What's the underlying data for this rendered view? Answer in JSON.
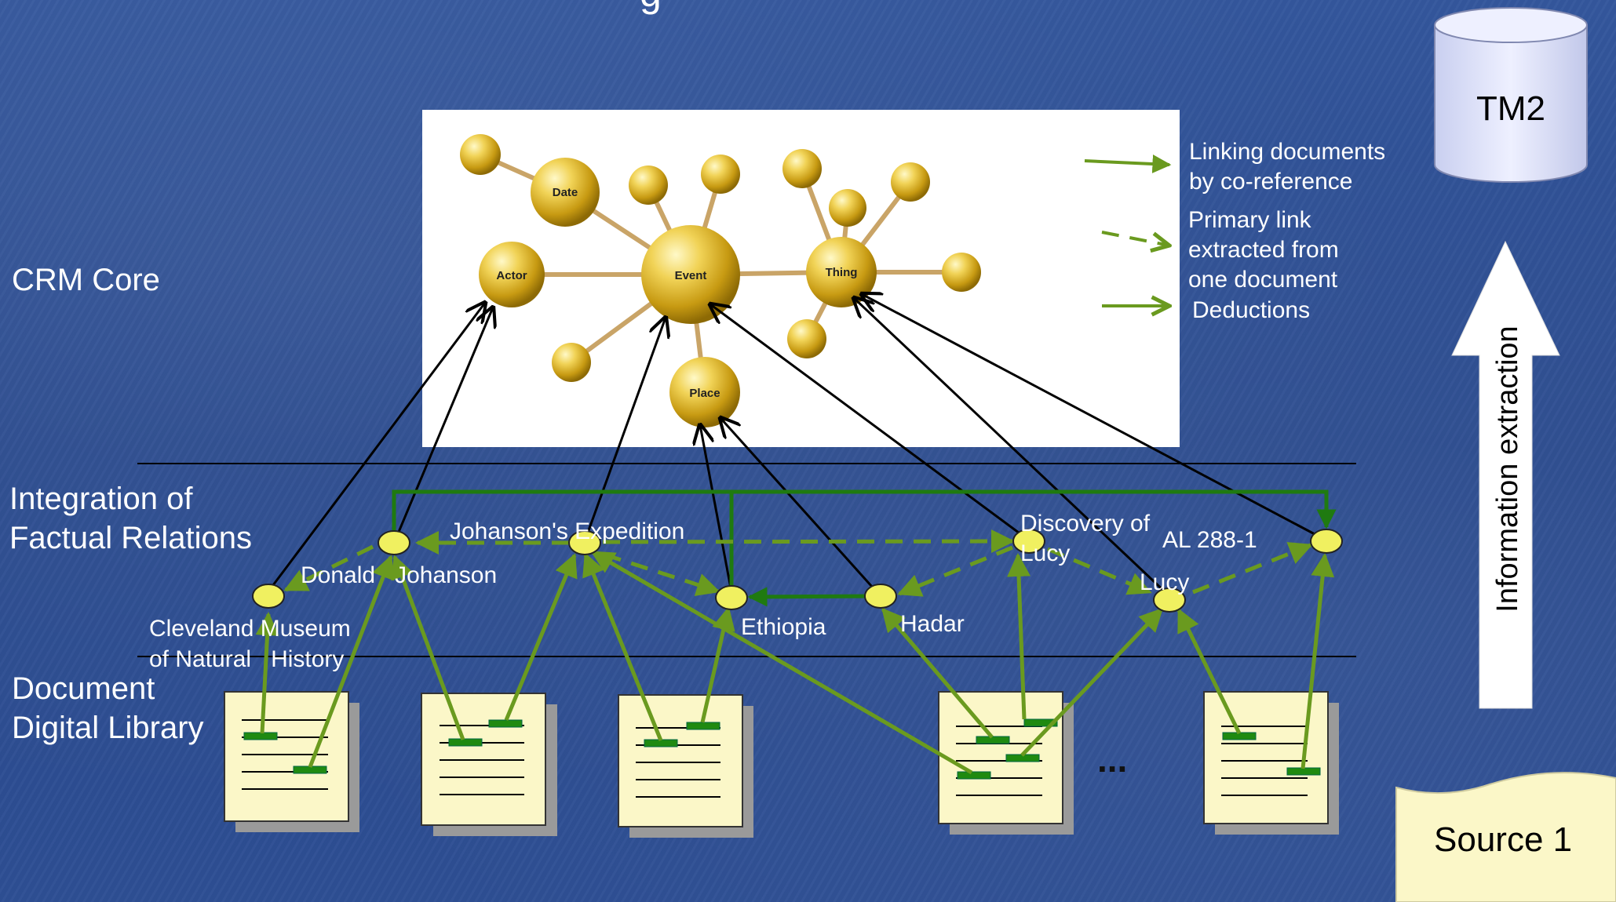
{
  "title_fragment": "g",
  "database": {
    "label": "TM2"
  },
  "source": {
    "label": "Source 1"
  },
  "arrow_caption": "Information extraction",
  "layers": {
    "crm_core": "CRM Core",
    "integration": [
      "Integration of",
      "Factual Relations"
    ],
    "document": [
      "Document",
      "Digital Library"
    ]
  },
  "legend": {
    "coreference": [
      "Linking documents",
      "by co-reference"
    ],
    "primary": [
      "Primary link",
      "extracted from",
      "one document"
    ],
    "deductions": "Deductions"
  },
  "crm_nodes": {
    "date": "Date",
    "actor": "Actor",
    "event": "Event",
    "thing": "Thing",
    "place": "Place"
  },
  "facts": {
    "donald_johanson": "Donald   Johanson",
    "expedition": "Johanson's Expedition",
    "cleveland": [
      "Cleveland Museum",
      "of Natural   History"
    ],
    "ethiopia": "Ethiopia",
    "hadar": "Hadar",
    "discovery": [
      "Discovery of",
      "Lucy"
    ],
    "al288": "AL 288-1",
    "lucy": "Lucy"
  },
  "ellipsis": "...",
  "colors": {
    "background": "#2d4f93",
    "link_green": "#6a9a1f",
    "dark_green": "#1f7a10",
    "node_yellow": "#f0f060",
    "document_paper": "#fbf7c8",
    "gold": "#d9b21a"
  }
}
